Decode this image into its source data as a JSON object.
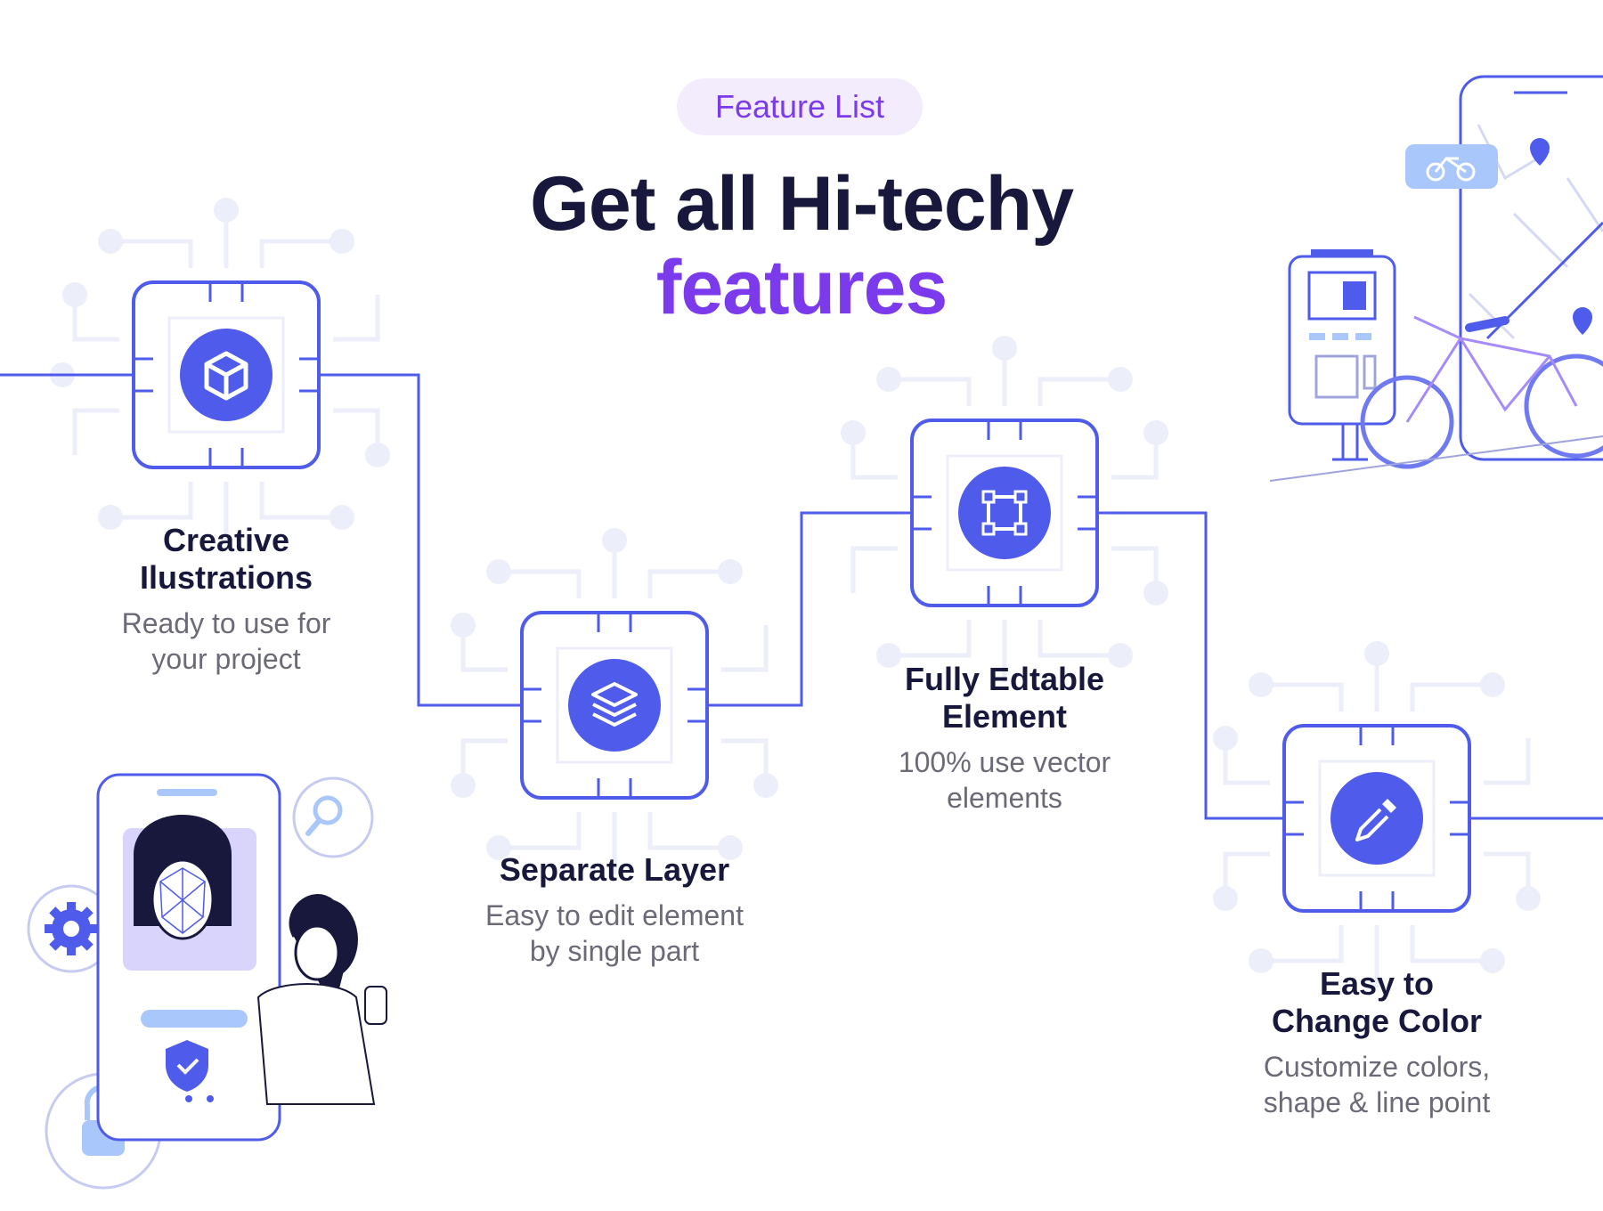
{
  "header": {
    "pill": "Feature List",
    "title_line1": "Get all Hi-techy",
    "title_line2": "features"
  },
  "features": [
    {
      "title_l1": "Creative",
      "title_l2": "Ilustrations",
      "desc_l1": "Ready to use for",
      "desc_l2": "your project",
      "icon": "box-icon"
    },
    {
      "title_l1": "Separate Layer",
      "title_l2": "",
      "desc_l1": "Easy to edit element",
      "desc_l2": "by single part",
      "icon": "layers-icon"
    },
    {
      "title_l1": "Fully Edtable",
      "title_l2": "Element",
      "desc_l1": "100% use vector",
      "desc_l2": "elements",
      "icon": "vector-select-icon"
    },
    {
      "title_l1": "Easy to",
      "title_l2": "Change Color",
      "desc_l1": "Customize colors,",
      "desc_l2": "shape & line point",
      "icon": "eyedropper-icon"
    }
  ],
  "colors": {
    "accent": "#7c3aed",
    "blue": "#4f5bea",
    "dark": "#17183b",
    "muted": "#6b6b78",
    "pill_bg": "#f2ecfd"
  }
}
